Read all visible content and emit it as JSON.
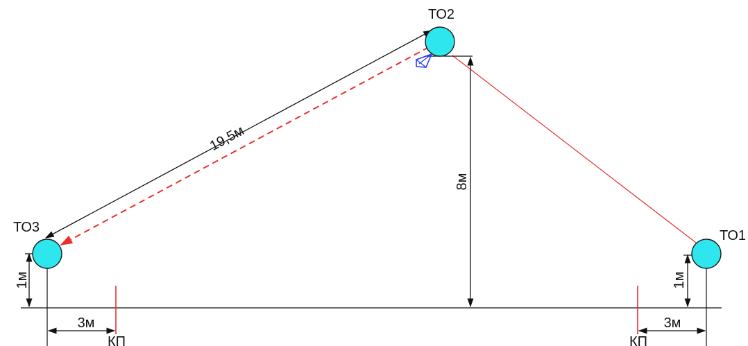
{
  "header_text": "",
  "nodes": [
    {
      "id": "to1",
      "label": "ТО1"
    },
    {
      "id": "to2",
      "label": "ТО2"
    },
    {
      "id": "to3",
      "label": "ТО3"
    }
  ],
  "dimensions": {
    "slope": "19,5м",
    "height_to2": "8м",
    "height_left": "1м",
    "height_right": "1м",
    "offset_left": "3м",
    "offset_right": "3м"
  },
  "kp": {
    "left": "КП",
    "right": "КП"
  },
  "colors": {
    "node_fill": "#2EE6EE",
    "node_stroke": "#1a1a1a",
    "red_line": "#e8302a",
    "dim_line": "#111111",
    "camera": "#2b3cff"
  }
}
